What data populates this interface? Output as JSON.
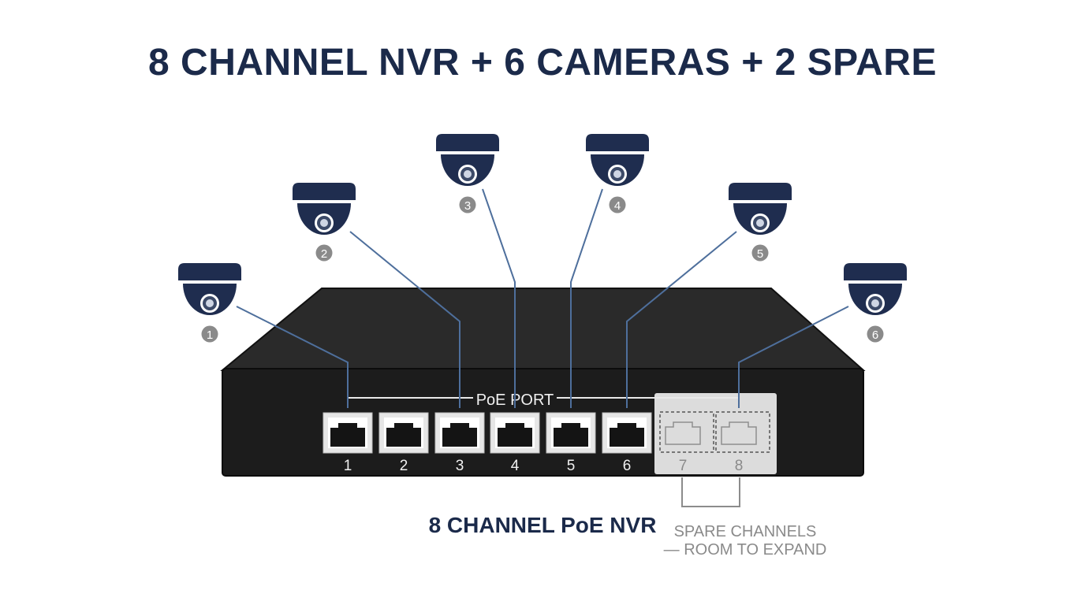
{
  "title": "8 CHANNEL NVR + 6 CAMERAS + 2 SPARE",
  "nvr": {
    "label": "8 CHANNEL PoE NVR",
    "poe_label": "PoE PORT",
    "ports": [
      {
        "number": "1",
        "state": "active"
      },
      {
        "number": "2",
        "state": "active"
      },
      {
        "number": "3",
        "state": "active"
      },
      {
        "number": "4",
        "state": "active"
      },
      {
        "number": "5",
        "state": "active"
      },
      {
        "number": "6",
        "state": "active"
      },
      {
        "number": "7",
        "state": "spare"
      },
      {
        "number": "8",
        "state": "spare"
      }
    ]
  },
  "cameras": [
    {
      "number": "1",
      "port": 1
    },
    {
      "number": "2",
      "port": 3
    },
    {
      "number": "3",
      "port": 4
    },
    {
      "number": "4",
      "port": 5
    },
    {
      "number": "5",
      "port": 6
    },
    {
      "number": "6",
      "port": 8
    }
  ],
  "spare_note": {
    "line1": "SPARE CHANNELS",
    "line2": "— ROOM TO EXPAND"
  },
  "colors": {
    "title": "#1b2a4a",
    "camera_body": "#1f2d4f",
    "cable": "#4e6f9c",
    "nvr_body": "#1c1c1c",
    "spare_panel": "#dcdcdc",
    "badge": "#8a8a8a"
  }
}
